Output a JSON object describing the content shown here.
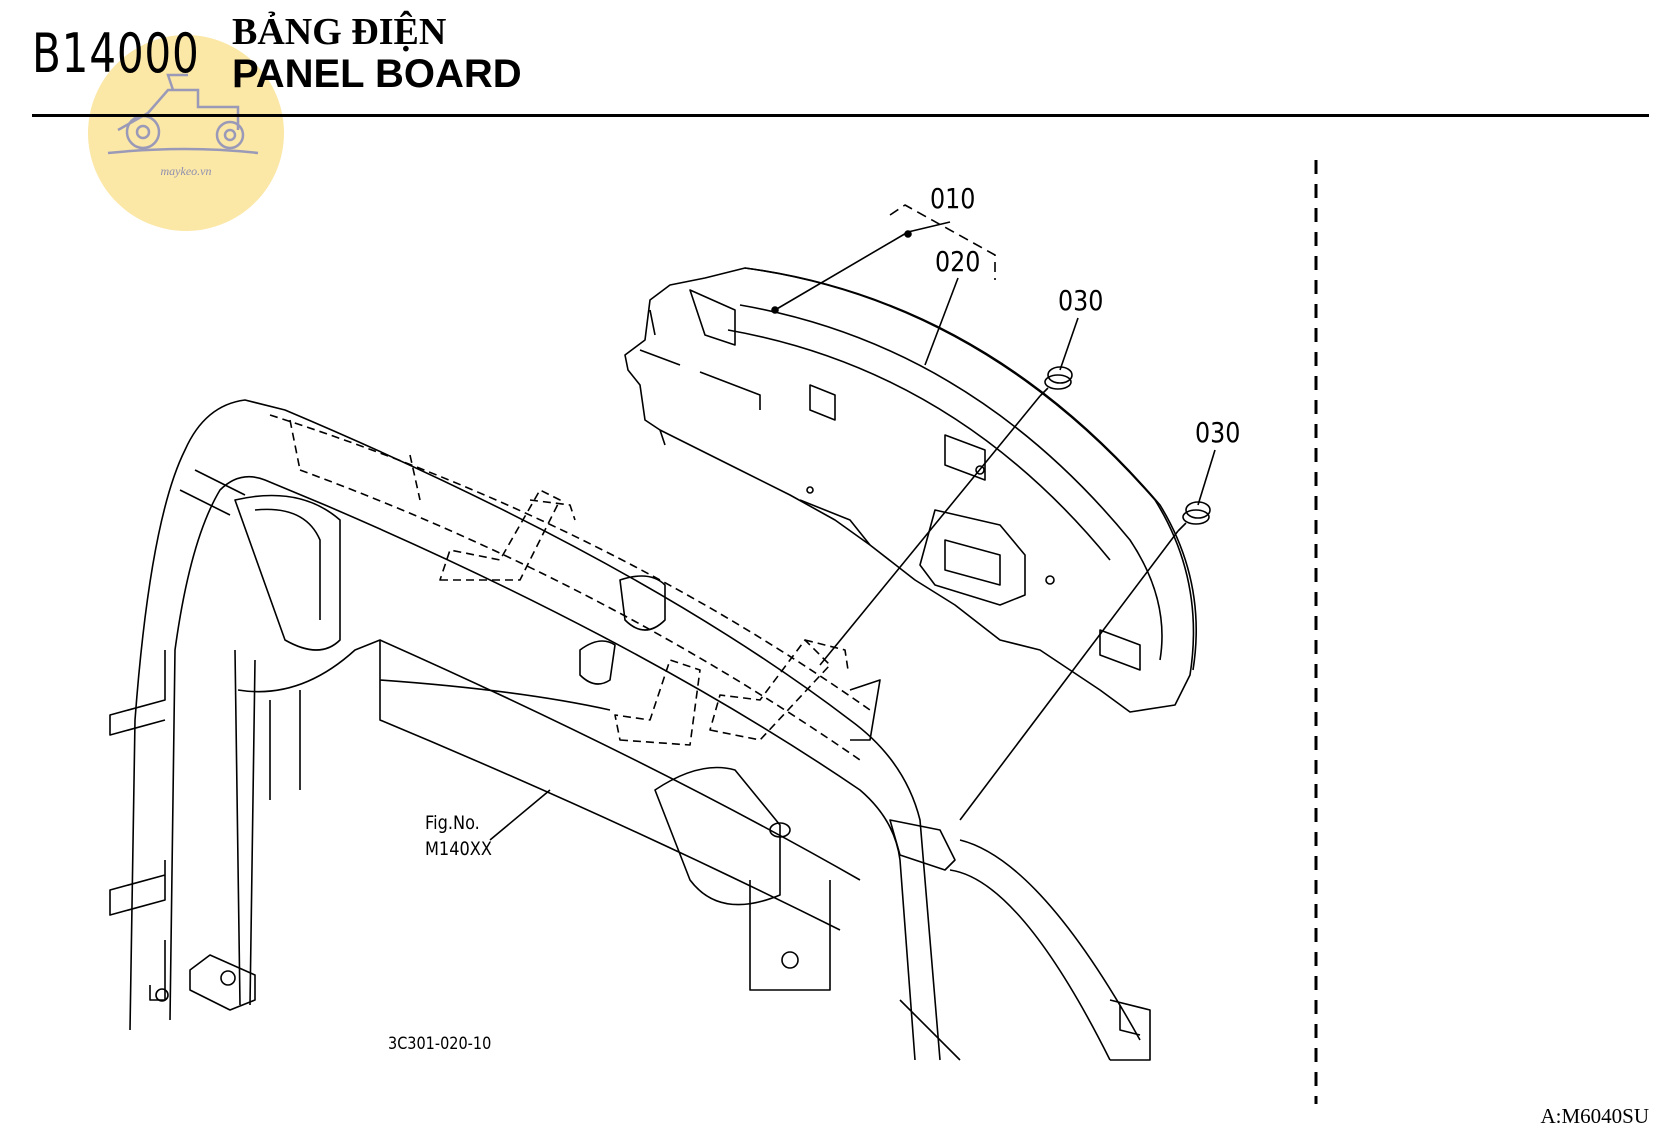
{
  "header": {
    "code": "B14000",
    "title_vn": "BẢNG ĐIỆN",
    "title_en": "PANEL BOARD"
  },
  "logo": {
    "icon": "tractor-icon",
    "text": "maykeo.vn",
    "color": "#fbe7a6"
  },
  "callouts": {
    "c010": "010",
    "c020": "020",
    "c030a": "030",
    "c030b": "030"
  },
  "figure_ref": {
    "line1": "Fig.No.",
    "line2": "M140XX"
  },
  "drawing_number": "3C301-020-10",
  "page_ref": "A:M6040SU"
}
